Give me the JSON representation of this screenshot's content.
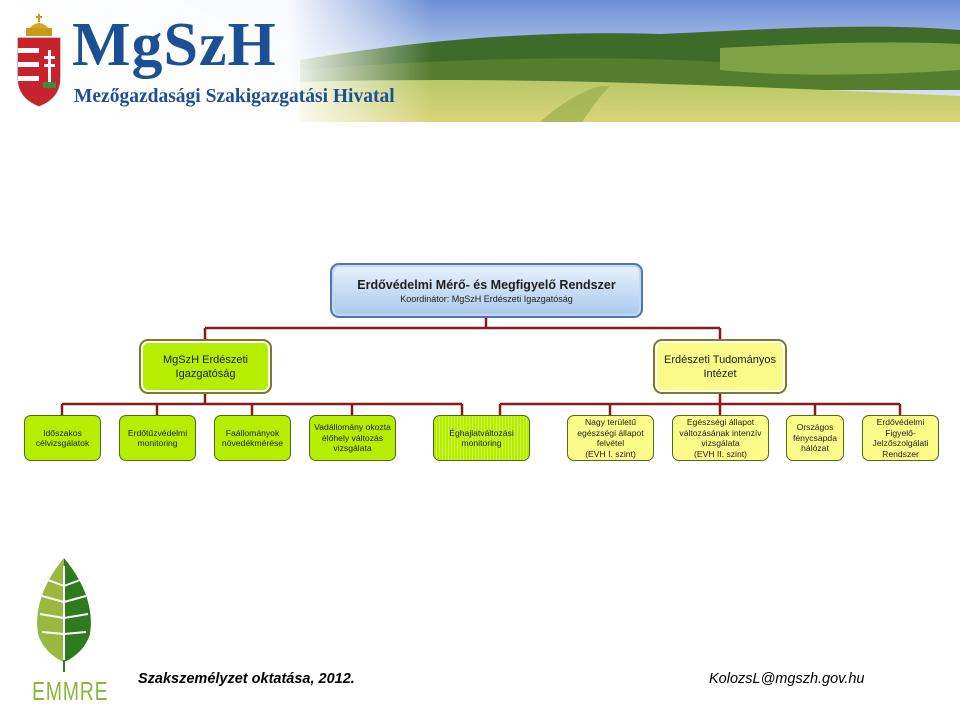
{
  "header": {
    "logo_text": "MgSzH",
    "subtitle": "Mezőgazdasági Szakigazgatási Hivatal"
  },
  "org_chart": {
    "root": {
      "title": "Erdővédelmi Mérő- és Megfigyelő Rendszer",
      "subtitle": "Koordinátor: MgSzH Erdészeti Igazgatóság"
    },
    "branches": [
      {
        "label_lines": [
          "MgSzH Erdészeti",
          "Igazgatóság"
        ],
        "children": [
          [
            "Időszakos",
            "célvizsgálatok"
          ],
          [
            "Erdőtűzvédelmi",
            "monitoring"
          ],
          [
            "Faállományok",
            "növedékmérése"
          ],
          [
            "Vadállomány okozta",
            "élőhely változás",
            "vizsgálata"
          ],
          [
            "Éghajlatváltozási",
            "monitoring"
          ]
        ]
      },
      {
        "label_lines": [
          "Erdészeti Tudományos",
          "Intézet"
        ],
        "children": [
          [
            "Nagy területű",
            "egészségi állapot",
            "felvétel",
            "(EVH I. szint)"
          ],
          [
            "Egészségi állapot",
            "változásának intenzív",
            "vizsgálata",
            "(EVH II. szint)"
          ],
          [
            "Országos",
            "fénycsapda",
            "hálózat"
          ],
          [
            "Erdővédelmi",
            "Figyelő-",
            "Jelzőszolgálati",
            "Rendszer"
          ]
        ]
      }
    ]
  },
  "footer": {
    "left_text": "Szakszemélyzet oktatása, 2012.",
    "right_text": "KolozsL@mgszh.gov.hu",
    "emmre_logo": "EMMRE"
  },
  "colors": {
    "brand_blue": "#1d4f94",
    "node_green": "#b5ee00",
    "node_yellow": "#fbfb8a",
    "connector": "#8a1a1a"
  },
  "icons": [
    "hungarian-crest-icon",
    "leaf-logo-icon"
  ]
}
